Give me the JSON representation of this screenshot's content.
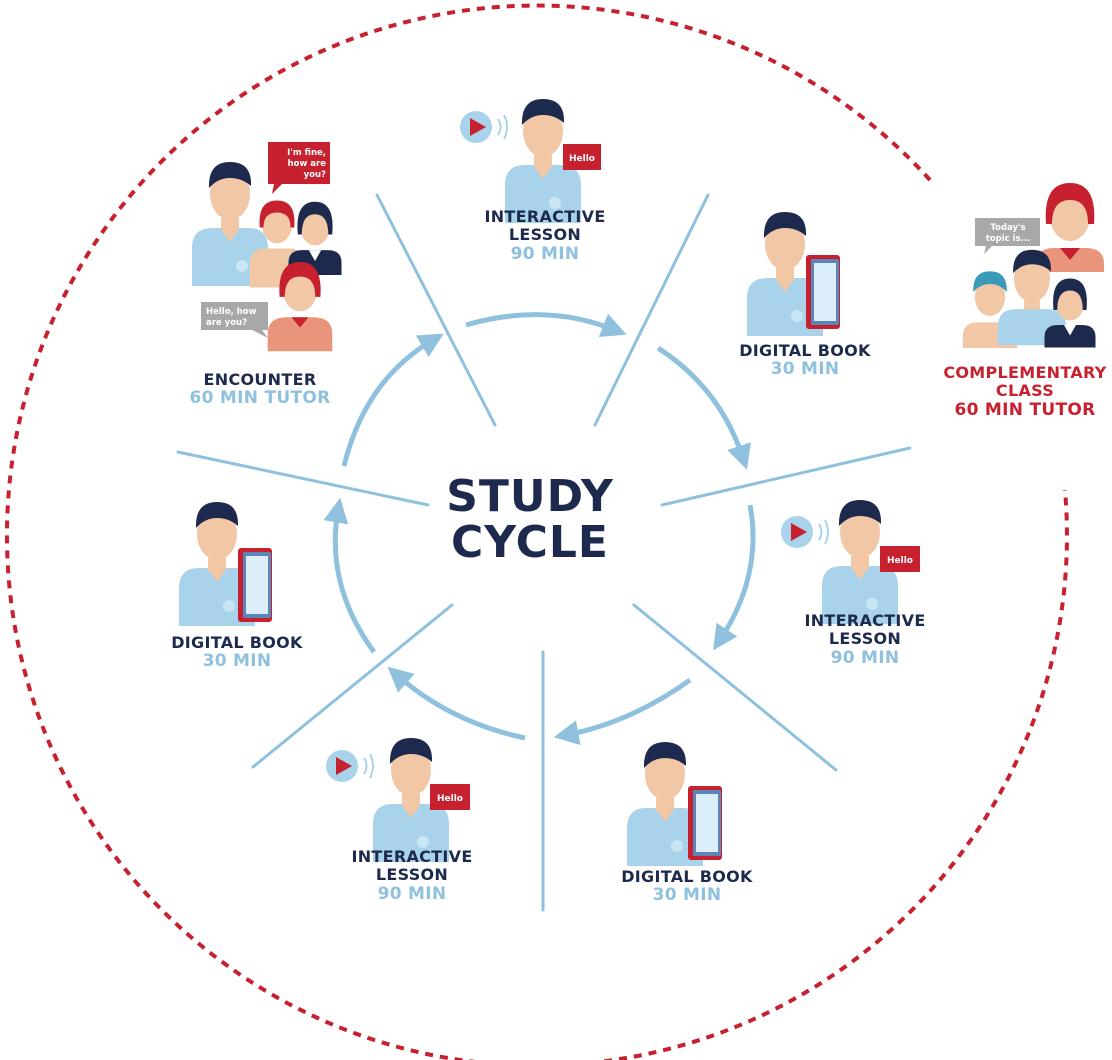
{
  "center": {
    "line1": "STUDY",
    "line2": "CYCLE"
  },
  "colors": {
    "accent_red": "#c7202f",
    "navy": "#1d2a4d",
    "light_blue": "#8fc1df",
    "skin": "#f1c7a6"
  },
  "nodes": {
    "il_top": {
      "title1": "INTERACTIVE",
      "title2": "LESSON",
      "duration": "90 MIN",
      "bubble": "Hello"
    },
    "db_top_right": {
      "title": "DIGITAL BOOK",
      "duration": "30 MIN"
    },
    "il_right": {
      "title1": "INTERACTIVE",
      "title2": "LESSON",
      "duration": "90 MIN",
      "bubble": "Hello"
    },
    "db_bottom": {
      "title": "DIGITAL BOOK",
      "duration": "30 MIN"
    },
    "il_bottom_left": {
      "title1": "INTERACTIVE",
      "title2": "LESSON",
      "duration": "90 MIN",
      "bubble": "Hello"
    },
    "db_left": {
      "title": "DIGITAL BOOK",
      "duration": "30 MIN"
    },
    "encounter": {
      "title": "ENCOUNTER",
      "duration": "60 MIN TUTOR",
      "bubble1_l1": "I'm fine,",
      "bubble1_l2": "how are",
      "bubble1_l3": "you?",
      "bubble2_l1": "Hello, how",
      "bubble2_l2": "are you?"
    },
    "complementary": {
      "title1": "COMPLEMENTARY",
      "title2": "CLASS",
      "duration": "60 MIN TUTOR",
      "bubble_l1": "Today's",
      "bubble_l2": "topic is..."
    }
  }
}
